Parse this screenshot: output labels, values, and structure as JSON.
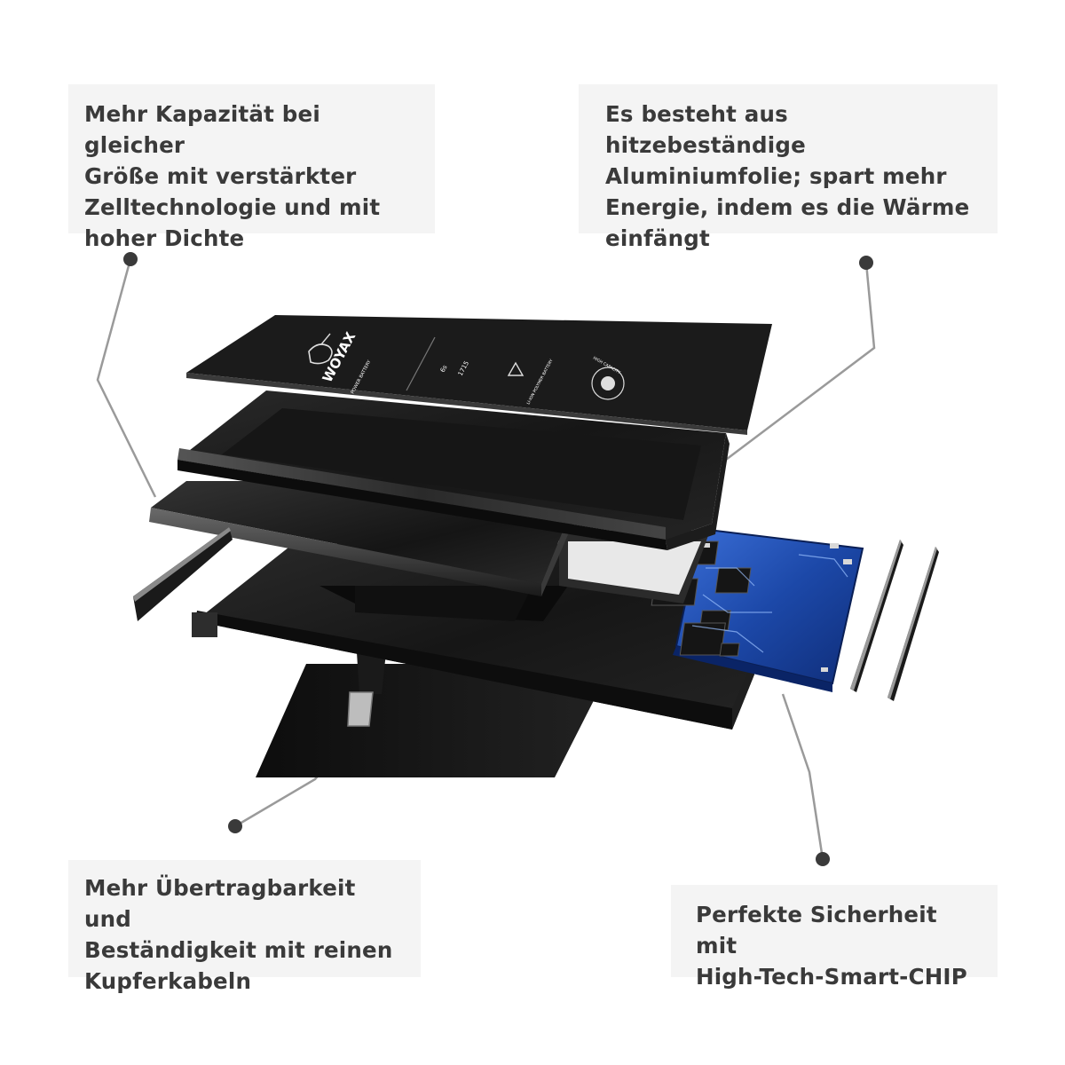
{
  "callouts": {
    "top_left": "Mehr Kapazität bei gleicher\nGröße mit verstärkter\nZelltechnologie und mit\nhoher Dichte",
    "top_right": "Es besteht aus hitzebeständige\nAluminiumfolie; spart mehr\nEnergie, indem es die Wärme\neinfängt",
    "bottom_left": "Mehr Übertragbarkeit und\nBeständigkeit mit reinen\nKupferkabeln",
    "bottom_right": "Perfekte Sicherheit mit\nHigh-Tech-Smart-CHIP"
  },
  "label": {
    "brand": "WOYAX",
    "brand_sub": "POWER BATTERY",
    "model": "6s",
    "spec": "1715",
    "recycle": "LI-ION POLYMER BATTERY",
    "seal": "HIGH CAPACITY"
  },
  "colors": {
    "callout_bg": "#f4f4f4",
    "callout_text": "#3a3a3a",
    "leader_line": "#9a9a9a",
    "leader_dot": "#3a3a3a",
    "pcb": "#1e4fb8",
    "cell_dark": "#1a1a1a"
  }
}
